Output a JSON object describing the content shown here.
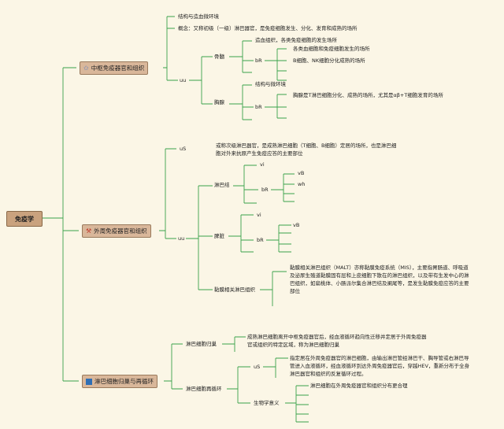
{
  "root": "免疫学",
  "sections": {
    "central": {
      "label": "中枢免疫器官和组织",
      "icon": "star-icon",
      "items": {
        "structure": "结构与造血微环境",
        "concept": "概念：又称初级（一级）淋巴器官，是免疫细胞发生、分化、发育和成熟的场所",
        "uu": "uu",
        "bone_marrow": {
          "label": "骨髓",
          "hematopoietic": "造血组织，各类免疫细胞的发生场所",
          "bR": "bR",
          "site1": "各类血细胞和免疫细胞发生的场所",
          "site2": "B细胞、NK细胞分化成熟的场所"
        },
        "thymus": {
          "label": "胸腺",
          "structure": "结构与微环境",
          "bR": "bR",
          "site": "胸腺是T淋巴细胞分化、成熟的场所，尤其是αβ+T细胞发育的场所"
        }
      }
    },
    "peripheral": {
      "label": "外周免疫器官和组织",
      "icon": "tools-icon",
      "items": {
        "uS": "uS",
        "desc_line1": "或称次级淋巴器官，是成熟淋巴细胞（T细胞、B细胞）定居的场所，也是淋巴细",
        "desc_line2": "胞对外来抗原产生免疫应答的主要部位",
        "uu": "uu",
        "lymph_node": {
          "label": "淋巴结",
          "vi": "vi",
          "bR": "bR",
          "vB": "vB",
          "wh": "wh"
        },
        "spleen": {
          "label": "脾脏",
          "vi": "vi",
          "bR": "bR",
          "vB": "vB"
        },
        "mucosa": {
          "label": "黏膜相关淋巴组织",
          "line1": "黏膜相关淋巴组织（MALT）亦称黏膜免疫系统（MIS），主要指胃肠道、呼吸道",
          "line2": "及泌尿生殖道黏膜固有层和上皮细胞下散在的淋巴组织，以及带有生发中心的淋",
          "line3": "巴组织，如扁桃体、小肠派尔集合淋巴结及阑尾等，是发生黏膜免疫应答的主要",
          "line4": "部位"
        }
      }
    },
    "homing": {
      "label": "淋巴细胞归巢与再循环",
      "icon": "square-icon",
      "items": {
        "homing": {
          "label": "淋巴细胞归巢",
          "line1": "成熟淋巴细胞离开中枢免疫器官后，经血液循环趋向性迁移并定居于外周免疫器",
          "line2": "官或组织的特定区域，称为淋巴细胞归巢"
        },
        "recirc": {
          "label": "淋巴细胞再循环",
          "uS": "uS",
          "line1": "指定居在外周免疫器官的淋巴细胞，由输出淋巴管经淋巴干、胸导管或右淋巴导",
          "line2": "管进入血液循环，经血液循环到达外周免疫器官后，穿越HEV，重新分布于全身",
          "line3": "淋巴器官和组织的反复循环过程。",
          "significance": "生物学意义",
          "sig1": "淋巴细胞在外周免疫器官和组织分布更合理"
        }
      }
    }
  }
}
